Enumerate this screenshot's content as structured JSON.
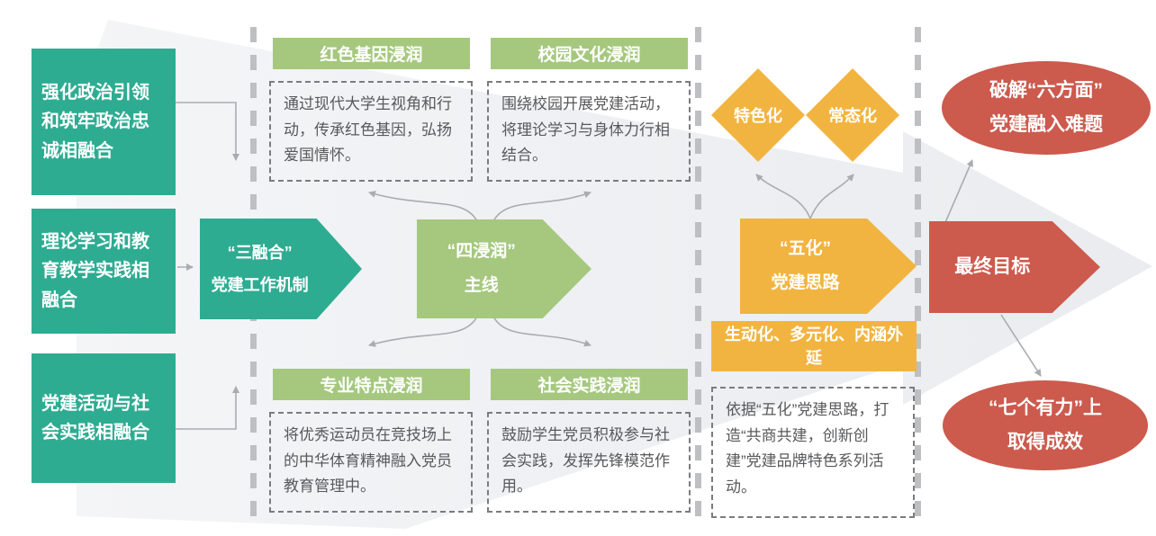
{
  "colors": {
    "teal": "#2eac92",
    "green": "#a5c87e",
    "orange": "#f2b440",
    "red": "#cc5a4d",
    "dash_border": "#7a7c7f",
    "body_text": "#58595b",
    "connector": "#a9acb0",
    "background_arrow": "#edeff2"
  },
  "left": {
    "boxes": [
      {
        "label": "强化政治引领和筑牢政治忠诚相融合"
      },
      {
        "label": "理论学习和教育教学实践相融合"
      },
      {
        "label": "党建活动与社会实践相融合"
      }
    ]
  },
  "flow": {
    "san_ronghe": "“三融合”\n党建工作机制",
    "si_jinrun": "“四浸润”\n主线",
    "wu_hua": "“五化”\n党建思路",
    "final_goal": "最终目标"
  },
  "cards": [
    {
      "title": "红色基因浸润",
      "body": "通过现代大学生视角和行动，传承红色基因，弘扬爱国情怀。"
    },
    {
      "title": "校园文化浸润",
      "body": "围绕校园开展党建活动，将理论学习与身体力行相结合。"
    },
    {
      "title": "专业特点浸润",
      "body": "将优秀运动员在竞技场上的中华体育精神融入党员教育管理中。"
    },
    {
      "title": "社会实践浸润",
      "body": "鼓励学生党员积极参与社会实践，发挥先锋模范作用。"
    }
  ],
  "wuhua": {
    "badges": [
      {
        "label": "特色化"
      },
      {
        "label": "常态化"
      }
    ],
    "bar": "生动化、多元化、内涵外延",
    "note": "依据“五化”党建思路，打造“共商共建，创新创建”党建品牌特色系列活动。"
  },
  "outcomes": {
    "top": "破解“六方面”\n党建融入难题",
    "bottom": "“七个有力”上\n取得成效"
  }
}
